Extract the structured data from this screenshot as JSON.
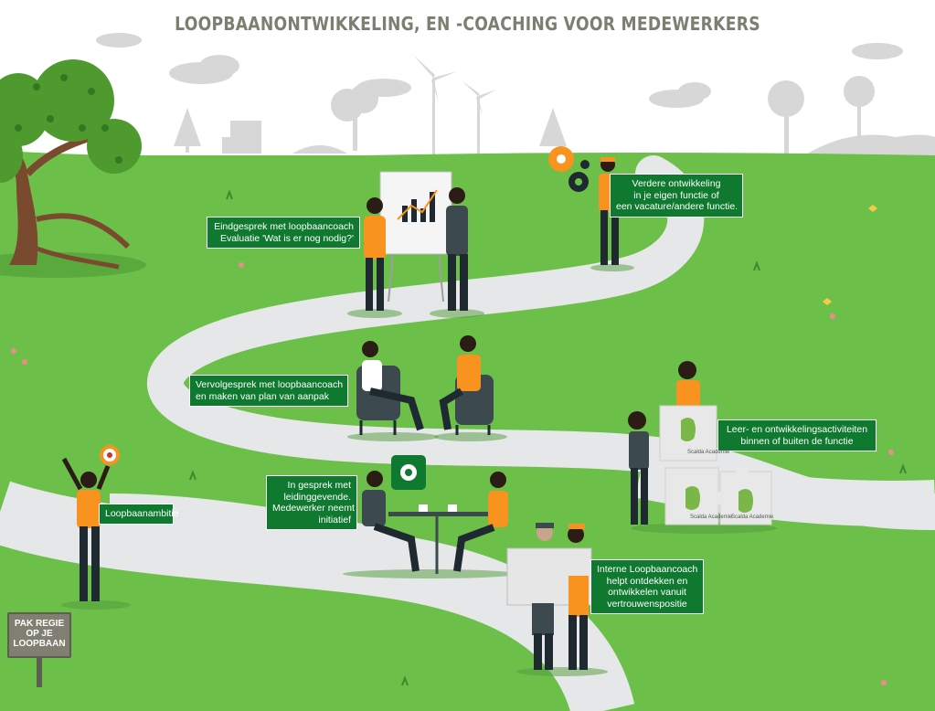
{
  "title": "LOOPBAANONTWIKKELING, EN -COACHING VOOR MEDEWERKERS",
  "colors": {
    "grass": "#6cc04a",
    "path": "#e6e7e8",
    "label_bg": "#0f7a2f",
    "accent_orange": "#f7931e",
    "figure_dark": "#1f2a30",
    "sky_gray": "#d6d6d6"
  },
  "labels": {
    "eindgesprek": [
      "Eindgesprek met loopbaancoach",
      "Evaluatie 'Wat is er nog nodig?'"
    ],
    "verdere": [
      "Verdere ontwikkeling",
      "in je eigen functie of",
      "een vacature/andere functie."
    ],
    "vervolgesprek": [
      "Vervolgesprek met loopbaancoach",
      "en maken van plan van aanpak"
    ],
    "leer": [
      "Leer- en ontwikkelingsactiviteiten",
      "binnen of buiten de functie"
    ],
    "loopbaanambitie": [
      "Loopbaanambitie"
    ],
    "leidinggevende": [
      "In gesprek met",
      "leidinggevende.",
      "Medewerker neemt",
      "initiatief"
    ],
    "interne": [
      "Interne Loopbaancoach",
      "helpt ontdekken en",
      "ontwikkelen vanuit",
      "vertrouwenspositie"
    ]
  },
  "sign": [
    "PAK REGIE",
    "OP JE",
    "LOOPBAAN"
  ],
  "puzzle_text": "Scalda Academie",
  "icons": [
    "tree",
    "wind-turbine",
    "gear-icon",
    "target-icon",
    "chart-board",
    "puzzle-pieces",
    "flower-icon",
    "butterfly-icon"
  ]
}
